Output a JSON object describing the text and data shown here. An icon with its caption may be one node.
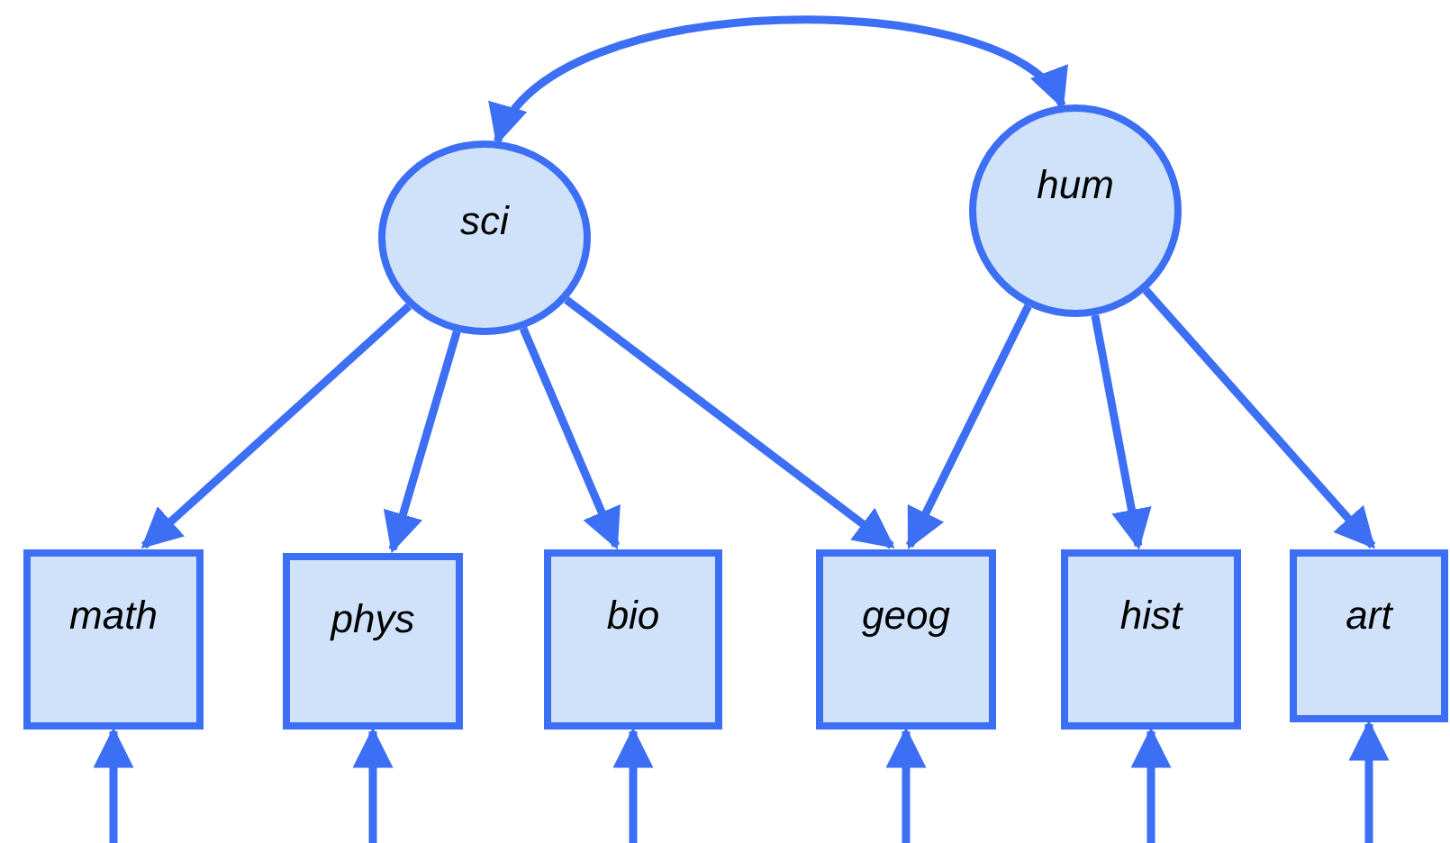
{
  "diagram": {
    "nodes": [
      {
        "text": [
          "sci"
        ]
      },
      {
        "text": [
          "hum"
        ]
      },
      {
        "text": [
          "math"
        ]
      },
      {
        "text": [
          "phys"
        ]
      },
      {
        "text": [
          "bio"
        ]
      },
      {
        "text": [
          "geog"
        ]
      },
      {
        "text": [
          "hist"
        ]
      },
      {
        "text": [
          "art"
        ]
      }
    ],
    "edges": [
      {
        "from": 0,
        "to": 1,
        "arrow": "both"
      },
      {
        "from": 0,
        "to": 2,
        "arrow": "to"
      },
      {
        "from": 0,
        "to": 3,
        "arrow": "to"
      },
      {
        "from": 0,
        "to": 4,
        "arrow": "to"
      },
      {
        "from": 0,
        "to": 5,
        "arrow": "to"
      },
      {
        "from": 1,
        "to": 5,
        "arrow": "to"
      },
      {
        "from": 1,
        "to": 6,
        "arrow": "to"
      },
      {
        "from": 1,
        "to": 7,
        "arrow": "to"
      },
      {
        "from": null,
        "to": 2,
        "arrow": "to"
      },
      {
        "from": null,
        "to": 3,
        "arrow": "to"
      },
      {
        "from": null,
        "to": 4,
        "arrow": "to"
      },
      {
        "from": null,
        "to": 5,
        "arrow": "to"
      },
      {
        "from": null,
        "to": 6,
        "arrow": "to"
      },
      {
        "from": null,
        "to": 7,
        "arrow": "to"
      }
    ]
  }
}
